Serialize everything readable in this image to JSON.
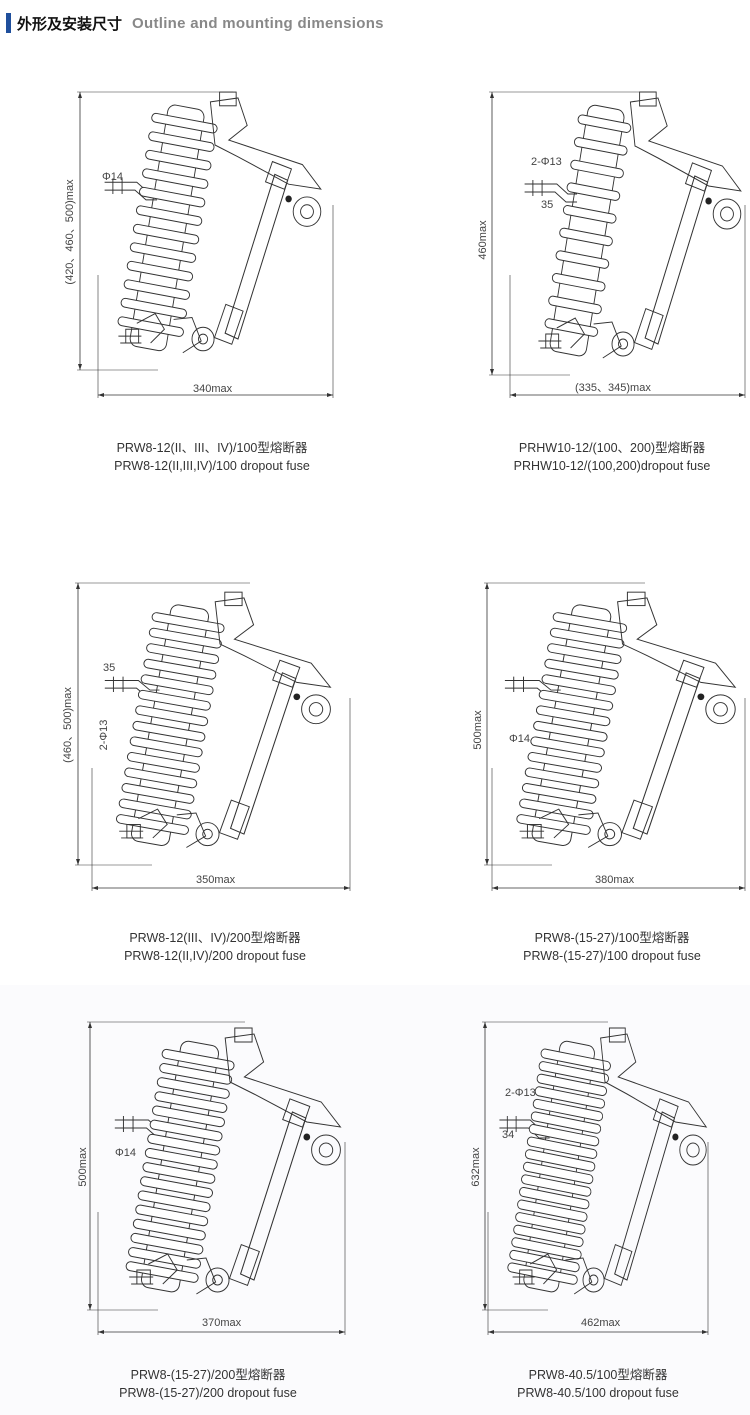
{
  "header": {
    "title_cn": "外形及安装尺寸",
    "title_en": "Outline and mounting dimensions",
    "accent_color": "#1f4f9c"
  },
  "panels": [
    {
      "height_dim": "(420、460、500)max",
      "width_dim": "340max",
      "notes": [
        "Φ14"
      ],
      "caption_cn": "PRW8-12(II、III、IV)/100型熔断器",
      "caption_en": "PRW8-12(II,III,IV)/100 dropout fuse"
    },
    {
      "height_dim": "460max",
      "width_dim": "(335、345)max",
      "notes": [
        "2-Φ13",
        "35"
      ],
      "caption_cn": "PRHW10-12/(100、200)型熔断器",
      "caption_en": "PRHW10-12/(100,200)dropout fuse"
    },
    {
      "height_dim": "(460、500)max",
      "width_dim": "350max",
      "notes": [
        "35",
        "2-Φ13"
      ],
      "caption_cn": "PRW8-12(III、IV)/200型熔断器",
      "caption_en": "PRW8-12(II,IV)/200 dropout fuse"
    },
    {
      "height_dim": "500max",
      "width_dim": "380max",
      "notes": [
        "Φ14"
      ],
      "caption_cn": "PRW8-(15-27)/100型熔断器",
      "caption_en": "PRW8-(15-27)/100 dropout fuse"
    },
    {
      "height_dim": "500max",
      "width_dim": "370max",
      "notes": [
        "Φ14"
      ],
      "caption_cn": "PRW8-(15-27)/200型熔断器",
      "caption_en": "PRW8-(15-27)/200 dropout fuse"
    },
    {
      "height_dim": "632max",
      "width_dim": "462max",
      "notes": [
        "2-Φ13",
        "34"
      ],
      "caption_cn": "PRW8-40.5/100型熔断器",
      "caption_en": "PRW8-40.5/100 dropout fuse"
    }
  ]
}
